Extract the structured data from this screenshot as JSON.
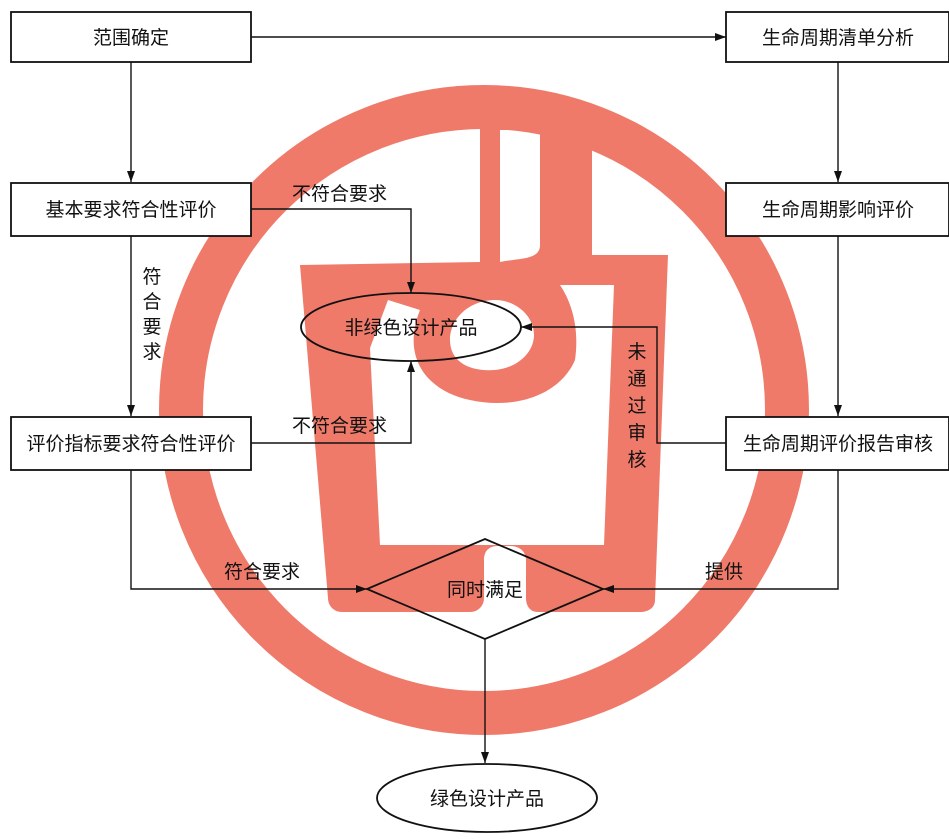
{
  "nodes": {
    "scope": "范围确定",
    "lca_inventory": "生命周期清单分析",
    "basic_req": "基本要求符合性评价",
    "lca_impact": "生命周期影响评价",
    "non_green": "非绿色设计产品",
    "indicator_req": "评价指标要求符合性评价",
    "lca_review": "生命周期评价报告审核",
    "both_met": "同时满足",
    "green": "绿色设计产品"
  },
  "edges": {
    "not_conform_1": "不符合要求",
    "conform_v": [
      "符",
      "合",
      "要",
      "求"
    ],
    "not_conform_2": "不符合要求",
    "not_passed_v": [
      "未",
      "通",
      "过",
      "审",
      "核"
    ],
    "conform": "符合要求",
    "provide": "提供"
  },
  "watermark": {
    "color": "#f07a6a",
    "description": "circular-seal-logo"
  }
}
